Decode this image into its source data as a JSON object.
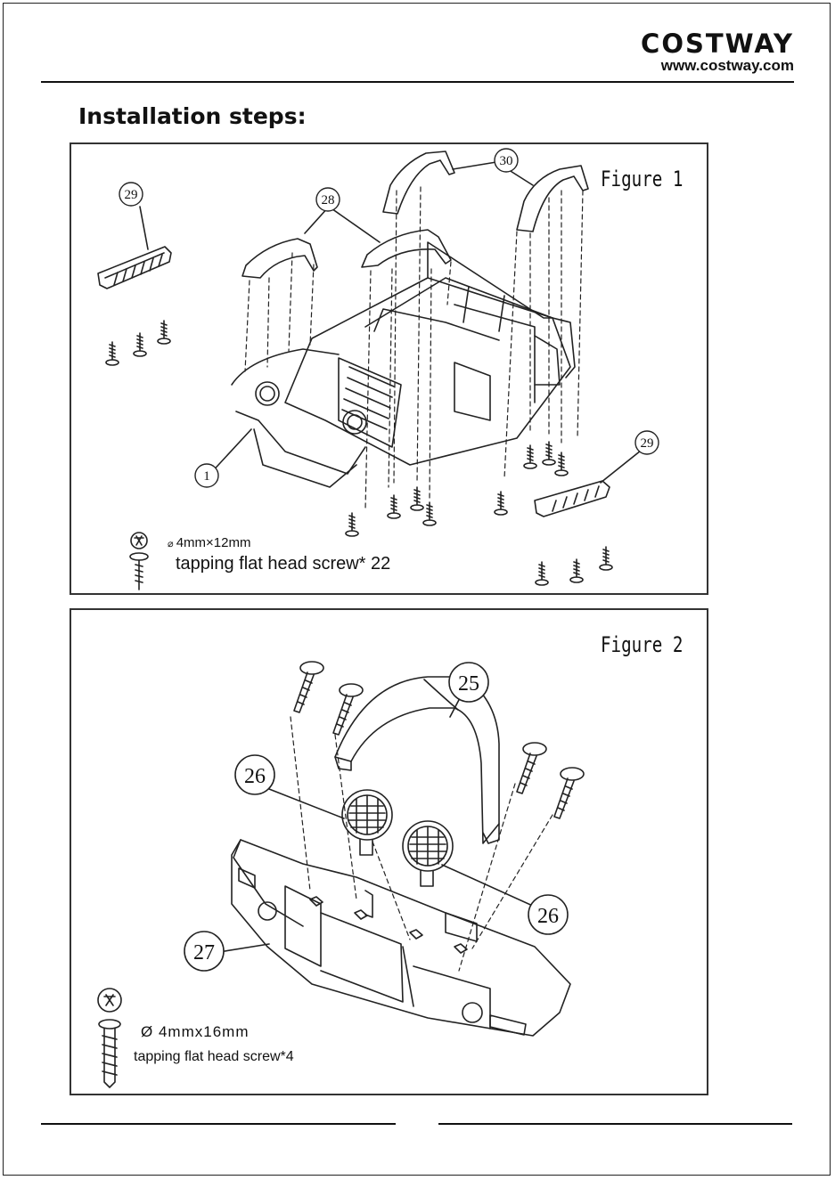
{
  "header": {
    "brand": "COSTWAY",
    "url": "www.costway.com"
  },
  "page": {
    "heading": "Installation steps:"
  },
  "figure1": {
    "title": "Figure 1",
    "callouts": {
      "c29a": "29",
      "c28": "28",
      "c30": "30",
      "c1": "1",
      "c29b": "29"
    },
    "screw_size": "4mm×12mm",
    "screw_desc": "tapping flat head screw* 22"
  },
  "figure2": {
    "title": "Figure 2",
    "callouts": {
      "c25": "25",
      "c26a": "26",
      "c26b": "26",
      "c27": "27"
    },
    "screw_symbol": "Ø",
    "screw_size": "4mmx16mm",
    "screw_desc": "tapping flat head screw*4"
  }
}
